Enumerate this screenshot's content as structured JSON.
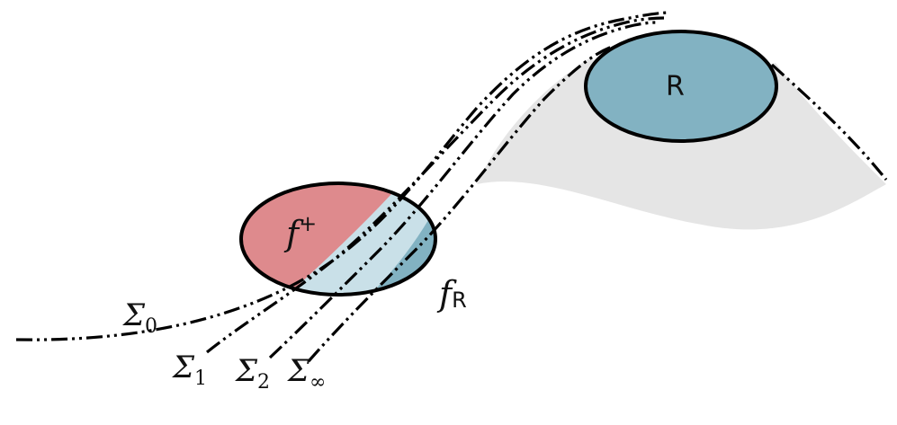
{
  "regions": {
    "f_plus": {
      "label": "f",
      "superscript": "+",
      "color": "#de8a8d"
    },
    "f_R": {
      "label": "f",
      "subscript": "R"
    },
    "R": {
      "label": "R",
      "color": "#82b2c2"
    },
    "overlap_color": "#c9e0e8",
    "shadow_color": "#e5e5e5"
  },
  "curves": [
    {
      "symbol": "Σ",
      "subscript": "0"
    },
    {
      "symbol": "Σ",
      "subscript": "1"
    },
    {
      "symbol": "Σ",
      "subscript": "2"
    },
    {
      "symbol": "Σ",
      "subscript": "∞"
    }
  ]
}
